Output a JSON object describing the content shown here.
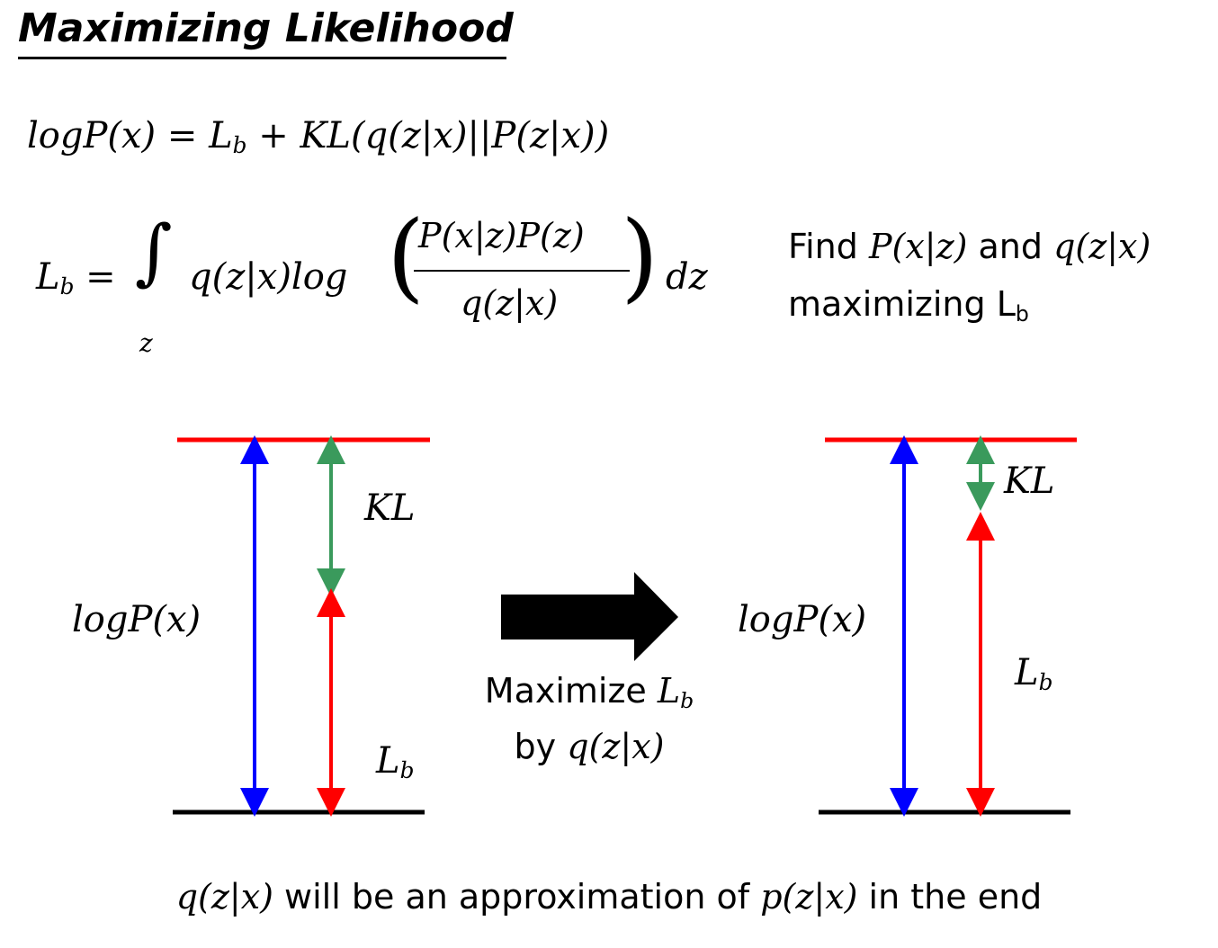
{
  "title": "Maximizing Likelihood",
  "equations": {
    "eq1": "logP(x) = L_b + KL(q(z|x)||P(z|x))",
    "eq1_parts": {
      "lhs": "logP(x) = L",
      "sub_b": "b",
      "rhs": " + KL(q(z|x)||P(z|x))"
    },
    "eq2_lhs": "L",
    "eq2_sub": "b",
    "eq2_eq": " =",
    "integral_symbol": "∫",
    "integral_var": "z",
    "integrand": "q(z|x)log",
    "paren_left": "(",
    "paren_right": ")",
    "fraction_numerator": "P(x|z)P(z)",
    "fraction_denominator": "q(z|x)",
    "dz": "dz"
  },
  "note": {
    "find_prefix": "Find ",
    "find_p": "P(x|z)",
    "find_and": " and ",
    "find_q": "q(z|x)",
    "maximizing": "maximizing L",
    "maximizing_sub": "b"
  },
  "left_diagram": {
    "logp_label": "logP(x)",
    "kl_label": "KL",
    "lb_label": "L",
    "lb_sub": "b"
  },
  "center_caption": {
    "line1_prefix": "Maximize ",
    "line1_L": "L",
    "line1_sub": "b",
    "line2_prefix": "by ",
    "line2_q": "q(z|x)"
  },
  "right_diagram": {
    "logp_label": "logP(x)",
    "kl_label": "KL",
    "lb_label": "L",
    "lb_sub": "b"
  },
  "bottom_text": {
    "q": "q(z|x)",
    "middle": " will be an approximation of ",
    "p": "p(z|x)",
    "end": " in the end"
  },
  "colors": {
    "logp_arrow": "#0000ff",
    "kl_arrow": "#3a9a5c",
    "lb_arrow": "#ff0000",
    "top_line": "#ff0000",
    "bottom_line": "#000000"
  }
}
